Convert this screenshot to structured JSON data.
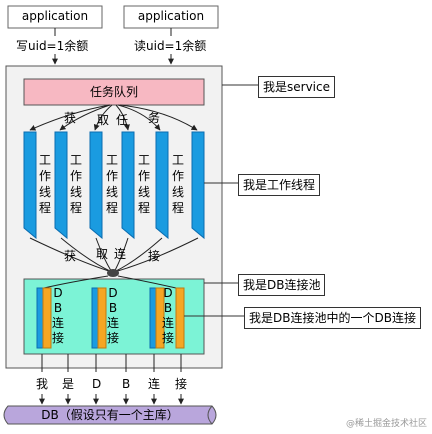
{
  "clients": [
    {
      "label": "application",
      "action": "写uid=1余额"
    },
    {
      "label": "application",
      "action": "读uid=1余额"
    }
  ],
  "service": {
    "queue_label": "任务队列",
    "fetch_chars": [
      "获",
      "取",
      "任",
      "务"
    ],
    "threads": [
      [
        "工",
        "作",
        "线",
        "程"
      ],
      [
        "工",
        "作",
        "线",
        "程"
      ],
      [
        "工",
        "作",
        "线",
        "程"
      ]
    ],
    "bottom_fetch_chars": [
      "获",
      "取",
      "连",
      "接"
    ]
  },
  "pool": {
    "connections": [
      [
        "D",
        "B",
        "连",
        "接"
      ],
      [
        "D",
        "B",
        "连",
        "接"
      ],
      [
        "D",
        "B",
        "连",
        "接"
      ]
    ]
  },
  "db_chars": [
    "我",
    "是",
    "D",
    "B",
    "连",
    "接"
  ],
  "db_label": "DB（假设只有一个主库）",
  "callouts": {
    "service": "我是service",
    "thread": "我是工作线程",
    "pool": "我是DB连接池",
    "connection": "我是DB连接池中的一个DB连接"
  },
  "watermark": "@稀土掘金技术社区"
}
